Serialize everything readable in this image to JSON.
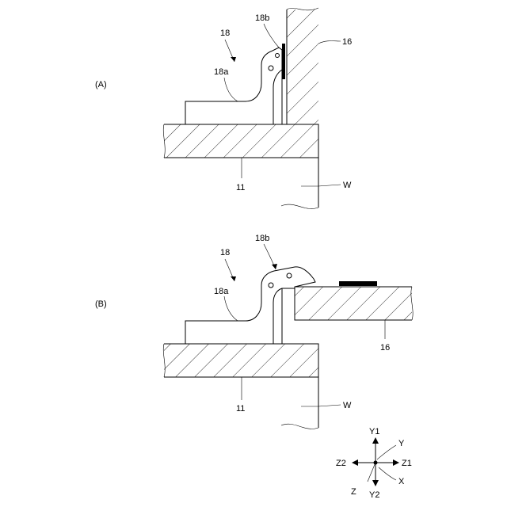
{
  "panels": [
    {
      "panel_label": "(A)",
      "labels": {
        "part_18": "18",
        "part_18a": "18a",
        "part_18b": "18b",
        "part_16": "16",
        "part_11": "11",
        "part_w": "W"
      }
    },
    {
      "panel_label": "(B)",
      "labels": {
        "part_18": "18",
        "part_18a": "18a",
        "part_18b": "18b",
        "part_16": "16",
        "part_11": "11",
        "part_w": "W"
      }
    }
  ],
  "axes_legend": {
    "y1": "Y1",
    "y2": "Y2",
    "y": "Y",
    "z1": "Z1",
    "z2": "Z2",
    "z": "Z",
    "x": "X"
  }
}
